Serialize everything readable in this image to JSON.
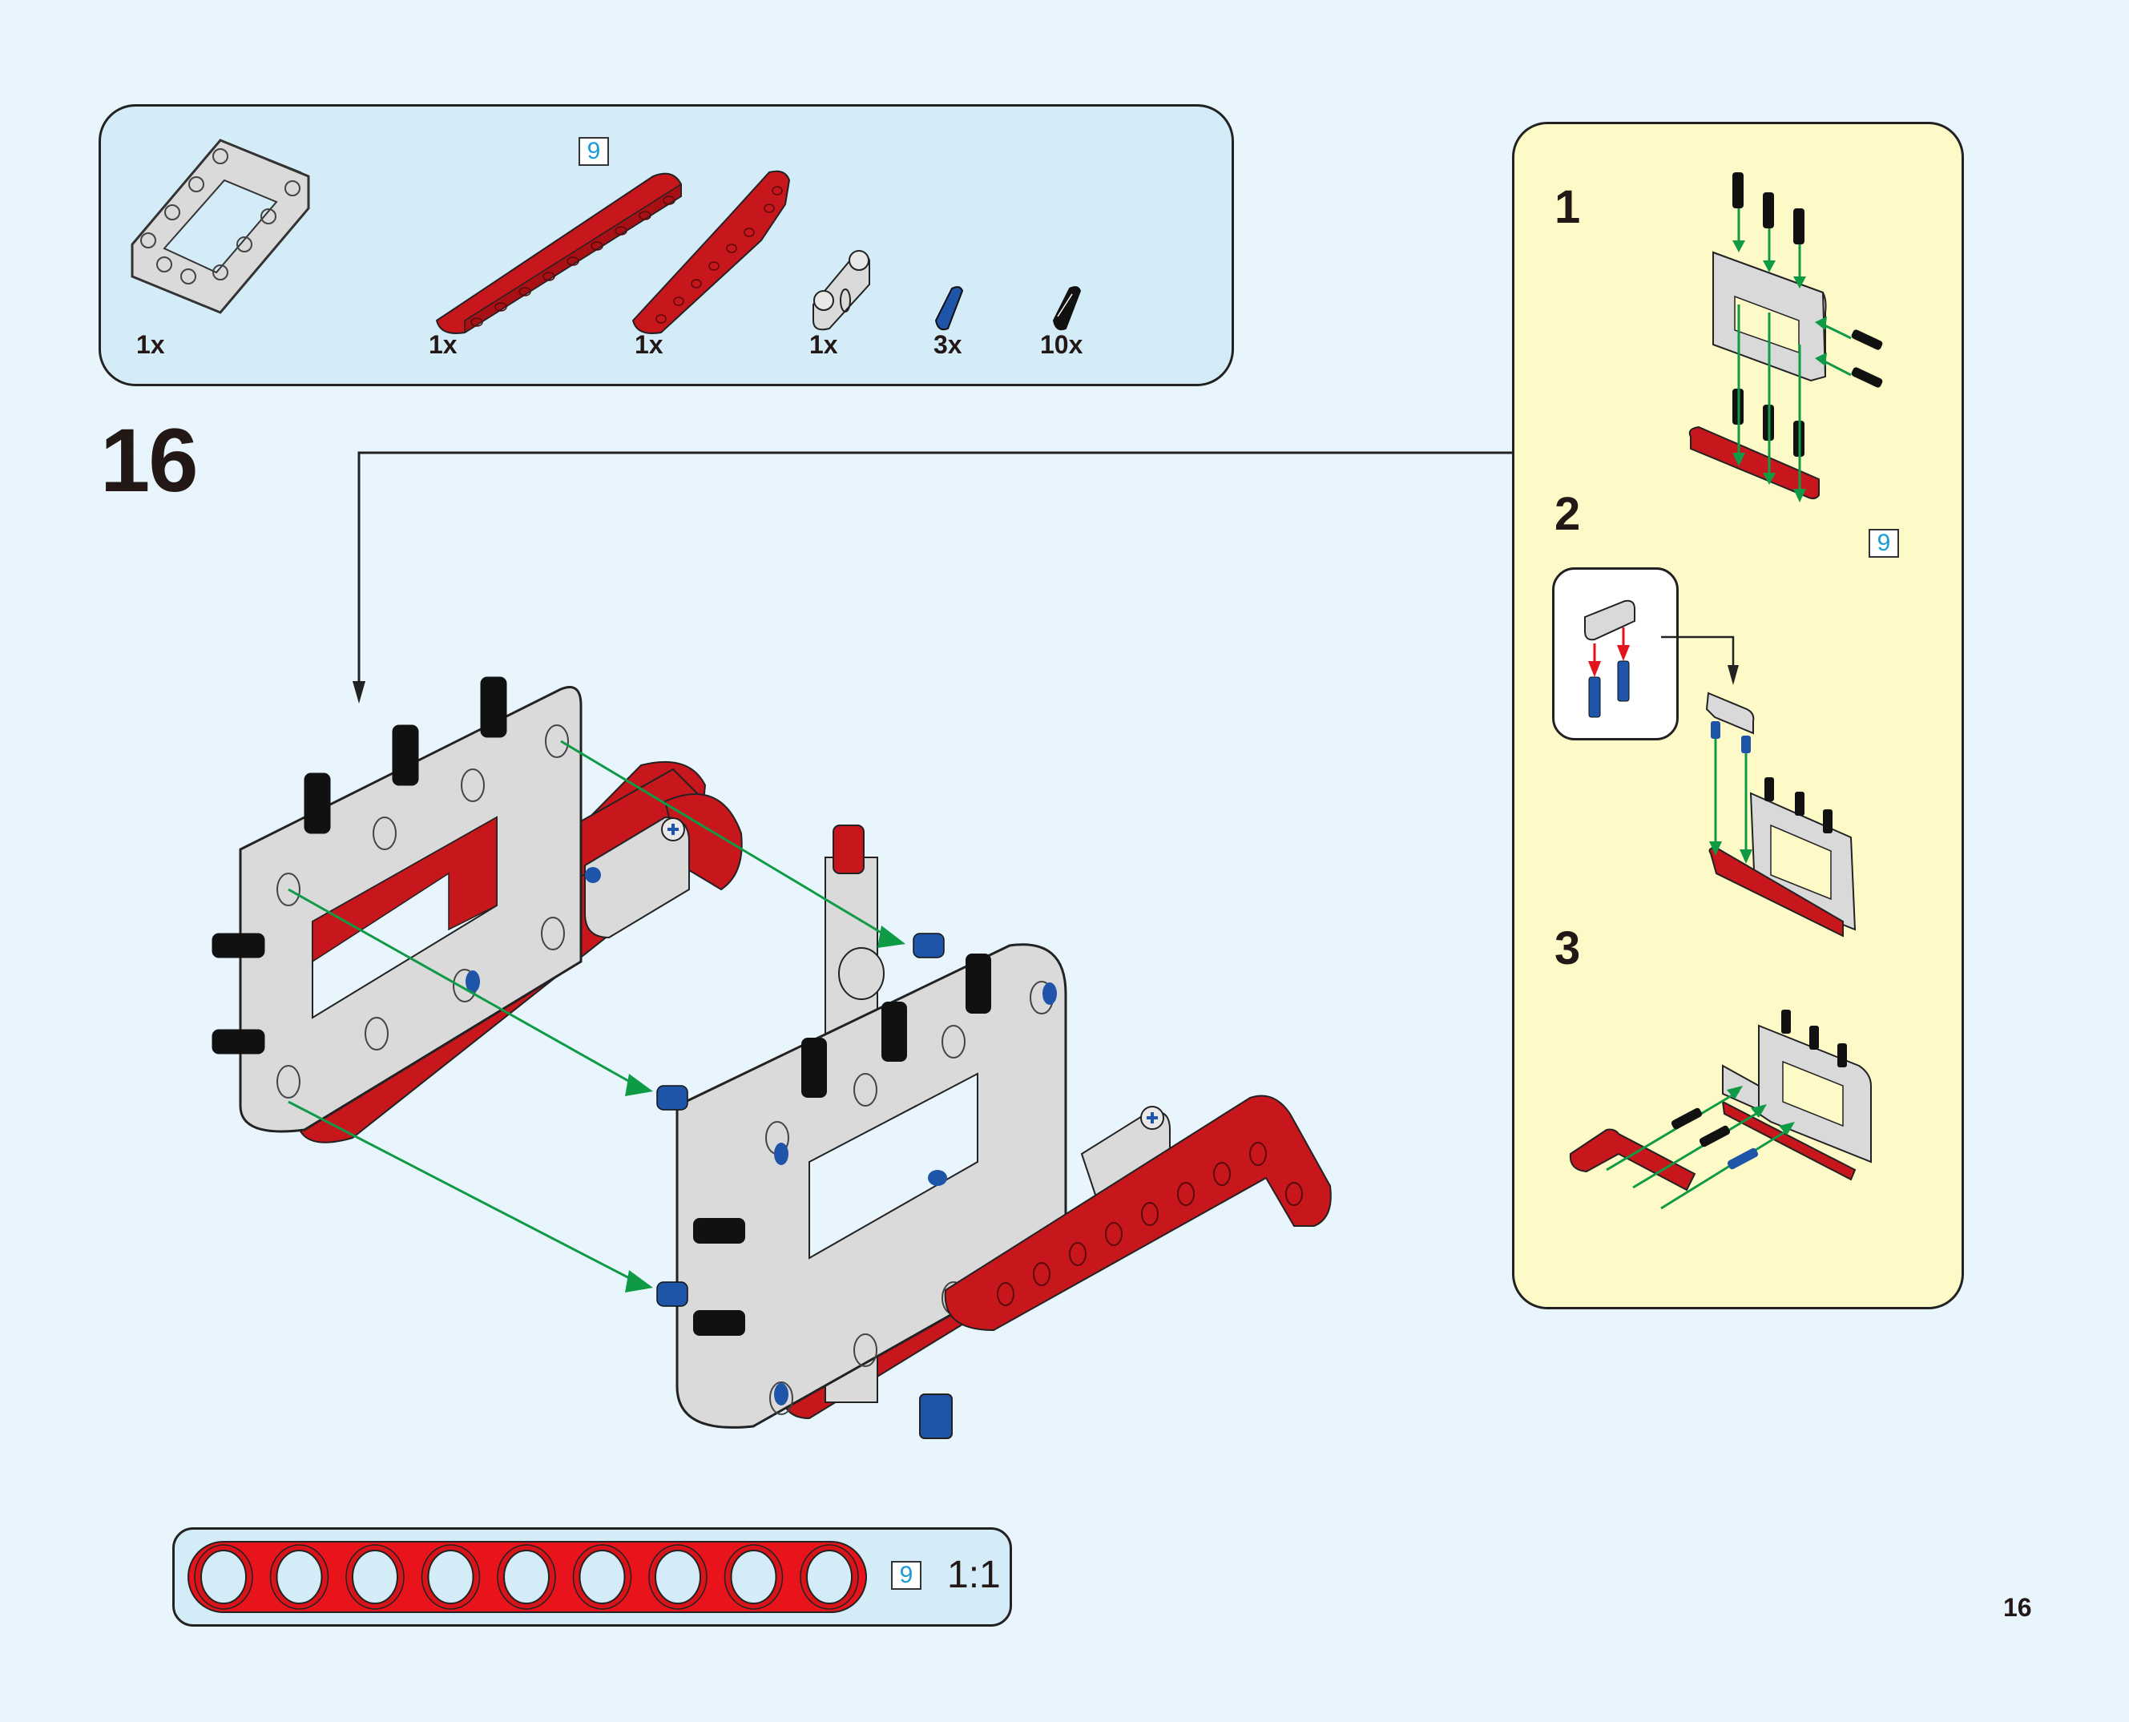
{
  "page": {
    "page_number": "16",
    "step_number": "16",
    "background_color": "#e8f5fd"
  },
  "parts_list": {
    "items": [
      {
        "name": "5x7 open frame",
        "color": "light-gray",
        "quantity": "1x"
      },
      {
        "name": "9-hole straight beam",
        "color": "red",
        "quantity": "1x",
        "length_badge": "9"
      },
      {
        "name": "bent beam",
        "color": "red",
        "quantity": "1x"
      },
      {
        "name": "pin connector perpendicular",
        "color": "light-gray",
        "quantity": "1x"
      },
      {
        "name": "axle pin with friction",
        "color": "blue",
        "quantity": "3x"
      },
      {
        "name": "friction pin",
        "color": "black",
        "quantity": "10x"
      }
    ]
  },
  "sub_assembly": {
    "steps": [
      {
        "number": "1",
        "length_badge": "9"
      },
      {
        "number": "2"
      },
      {
        "number": "3"
      }
    ]
  },
  "ruler": {
    "length_badge": "9",
    "scale_label": "1:1",
    "holes": 9
  },
  "colors": {
    "beam_red": "#c8161d",
    "frame_gray": "#d9d9d9",
    "pin_black": "#111111",
    "pin_blue": "#1f55a8",
    "arrow_green": "#0f9a45",
    "arrow_red": "#e3141b",
    "badge_blue": "#1a9ad6",
    "panel_yellow": "#fefac8",
    "panel_blue": "#d4ecf8"
  }
}
